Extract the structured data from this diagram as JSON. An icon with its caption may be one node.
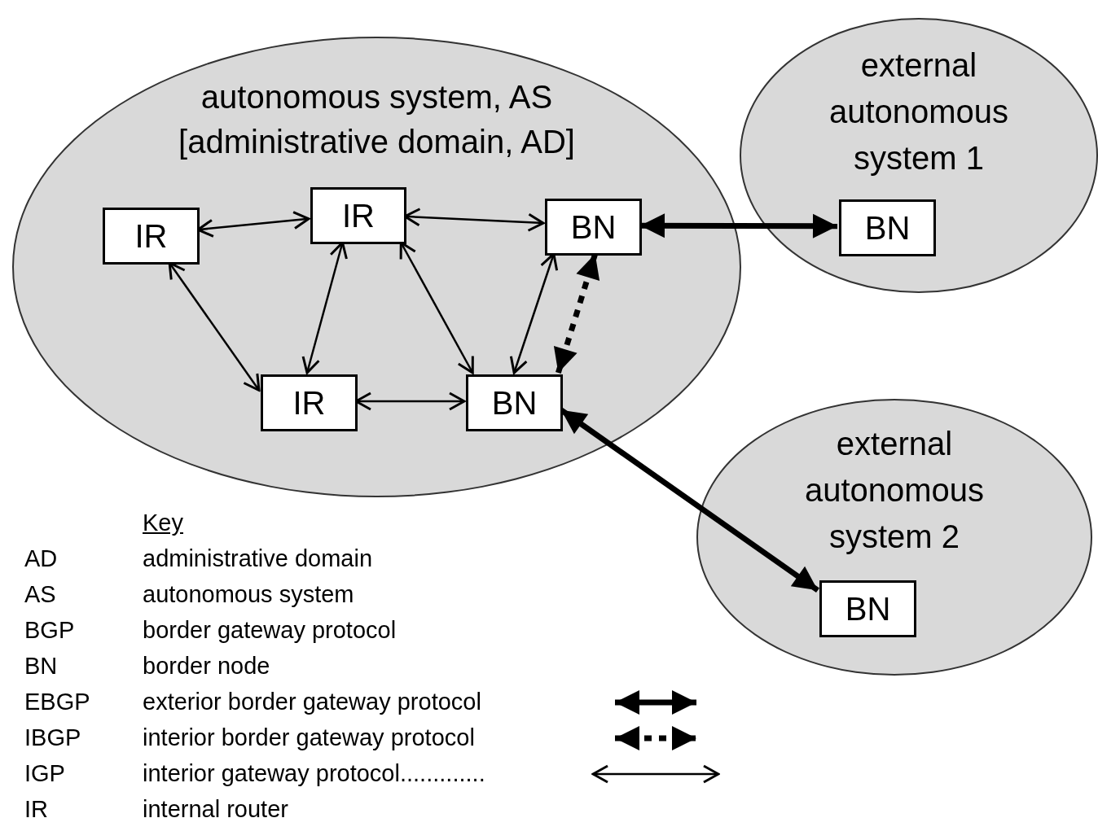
{
  "diagram": {
    "nodes": [
      {
        "text": [
          "autonomous system, AS [administrative domain, AD]"
        ]
      },
      {
        "text": [
          "IR"
        ],
        "in": 0
      },
      {
        "text": [
          "IR"
        ],
        "in": 0
      },
      {
        "text": [
          "BN"
        ],
        "in": 0
      },
      {
        "text": [
          "IR"
        ],
        "in": 0
      },
      {
        "text": [
          "BN"
        ],
        "in": 0
      },
      {
        "text": [
          "external autonomous system 1"
        ]
      },
      {
        "text": [
          "BN"
        ],
        "in": 6
      },
      {
        "text": [
          "external autonomous system 2"
        ]
      },
      {
        "text": [
          "BN"
        ],
        "in": 8
      }
    ],
    "edges": [
      {
        "from": 1,
        "to": 2,
        "arrow": "both"
      },
      {
        "from": 2,
        "to": 3,
        "arrow": "both"
      },
      {
        "from": 1,
        "to": 4,
        "arrow": "both"
      },
      {
        "from": 2,
        "to": 4,
        "arrow": "both"
      },
      {
        "from": 2,
        "to": 5,
        "arrow": "both"
      },
      {
        "from": 3,
        "to": 5,
        "arrow": "both"
      },
      {
        "from": 3,
        "to": 5,
        "arrow": "both",
        "style": "dashed"
      },
      {
        "from": 4,
        "to": 5,
        "arrow": "both"
      },
      {
        "from": 3,
        "to": 7,
        "arrow": "both",
        "style": "thick"
      },
      {
        "from": 5,
        "to": 9,
        "arrow": "both",
        "style": "thick"
      }
    ],
    "labels": [
      "Key",
      "AD",
      "administrative domain",
      "AS",
      "autonomous system",
      "BGP",
      "border gateway protocol",
      "BN",
      "border node",
      "EBGP",
      "IBGP",
      "IGP",
      "IR",
      "internal router"
    ],
    "legend": [
      {
        "text": "exterior border gateway protocol"
      },
      {
        "text": "interior border gateway protocol"
      },
      {
        "text": "interior gateway protocol............."
      }
    ]
  }
}
